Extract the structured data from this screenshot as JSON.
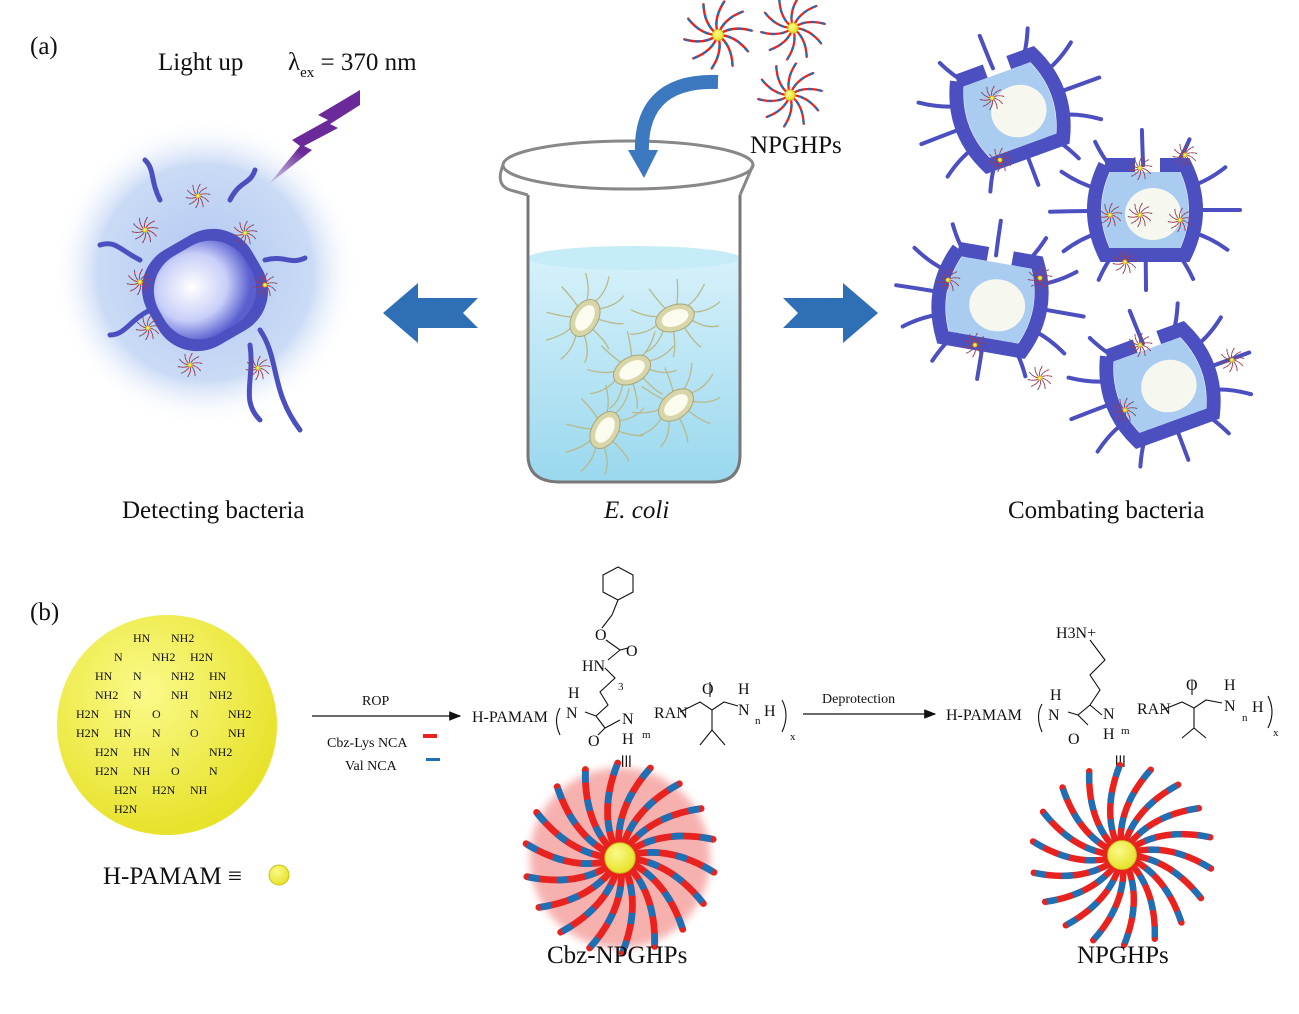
{
  "panel_a": {
    "label": "(a)",
    "light_up": "Light up",
    "lambda_symbol": "λ",
    "lambda_sub": "ex",
    "lambda_value": " = 370 nm",
    "nanoparticles_label": "NPGHPs",
    "detecting": "Detecting bacteria",
    "ecoli": "E. coli",
    "combating": "Combating bacteria"
  },
  "panel_b": {
    "label": "(b)",
    "pamam_legend": "H-PAMAM ≡",
    "rop": "ROP",
    "cbz_lys": "Cbz-Lys NCA",
    "val_nca": "Val NCA",
    "deprotection": "Deprotection",
    "cbz_product": "Cbz-NPGHPs",
    "final_product": "NPGHPs",
    "equiv": "≡",
    "pamam_sphere_labels": [
      "HN",
      "NH2",
      "N",
      "NH2",
      "H2N",
      "HN",
      "N",
      "NH2",
      "HN",
      "NH2",
      "N",
      "NH",
      "NH2",
      "H2N",
      "HN",
      "O",
      "N",
      "NH2",
      "H2N",
      "HN",
      "N",
      "O",
      "NH",
      "H2N",
      "HN",
      "N",
      "NH2",
      "H2N",
      "NH",
      "O",
      "N",
      "H2N",
      "H2N",
      "NH",
      "H2N"
    ],
    "formula1": {
      "start": "H-PAMAM",
      "nh": "N",
      "h": "H",
      "o": "O",
      "nh2": "N",
      "h2": "H",
      "m": "m",
      "ran": "RAN",
      "o2": "O",
      "h3": "H",
      "n3": "N",
      "n": "n",
      "hend": "H",
      "x": "x",
      "hn": "HN",
      "o_ester": "O",
      "o_carb": "O",
      "three": "3"
    },
    "formula2": {
      "start": "H-PAMAM",
      "amine": "H3N+",
      "nh": "N",
      "h": "H",
      "o": "O",
      "nh2": "N",
      "h2": "H",
      "m": "m",
      "ran": "RAN",
      "o2": "O",
      "h3": "H",
      "n3": "N",
      "n": "n",
      "hend": "H",
      "x": "x"
    }
  },
  "colors": {
    "cbz_lys": "#e8231f",
    "val": "#1f6fb5",
    "pamam": "#f2ee3a",
    "arrow": "#2e6fb5",
    "bolt": "#6a2a9a",
    "bacteria": "#4b4fbf"
  }
}
